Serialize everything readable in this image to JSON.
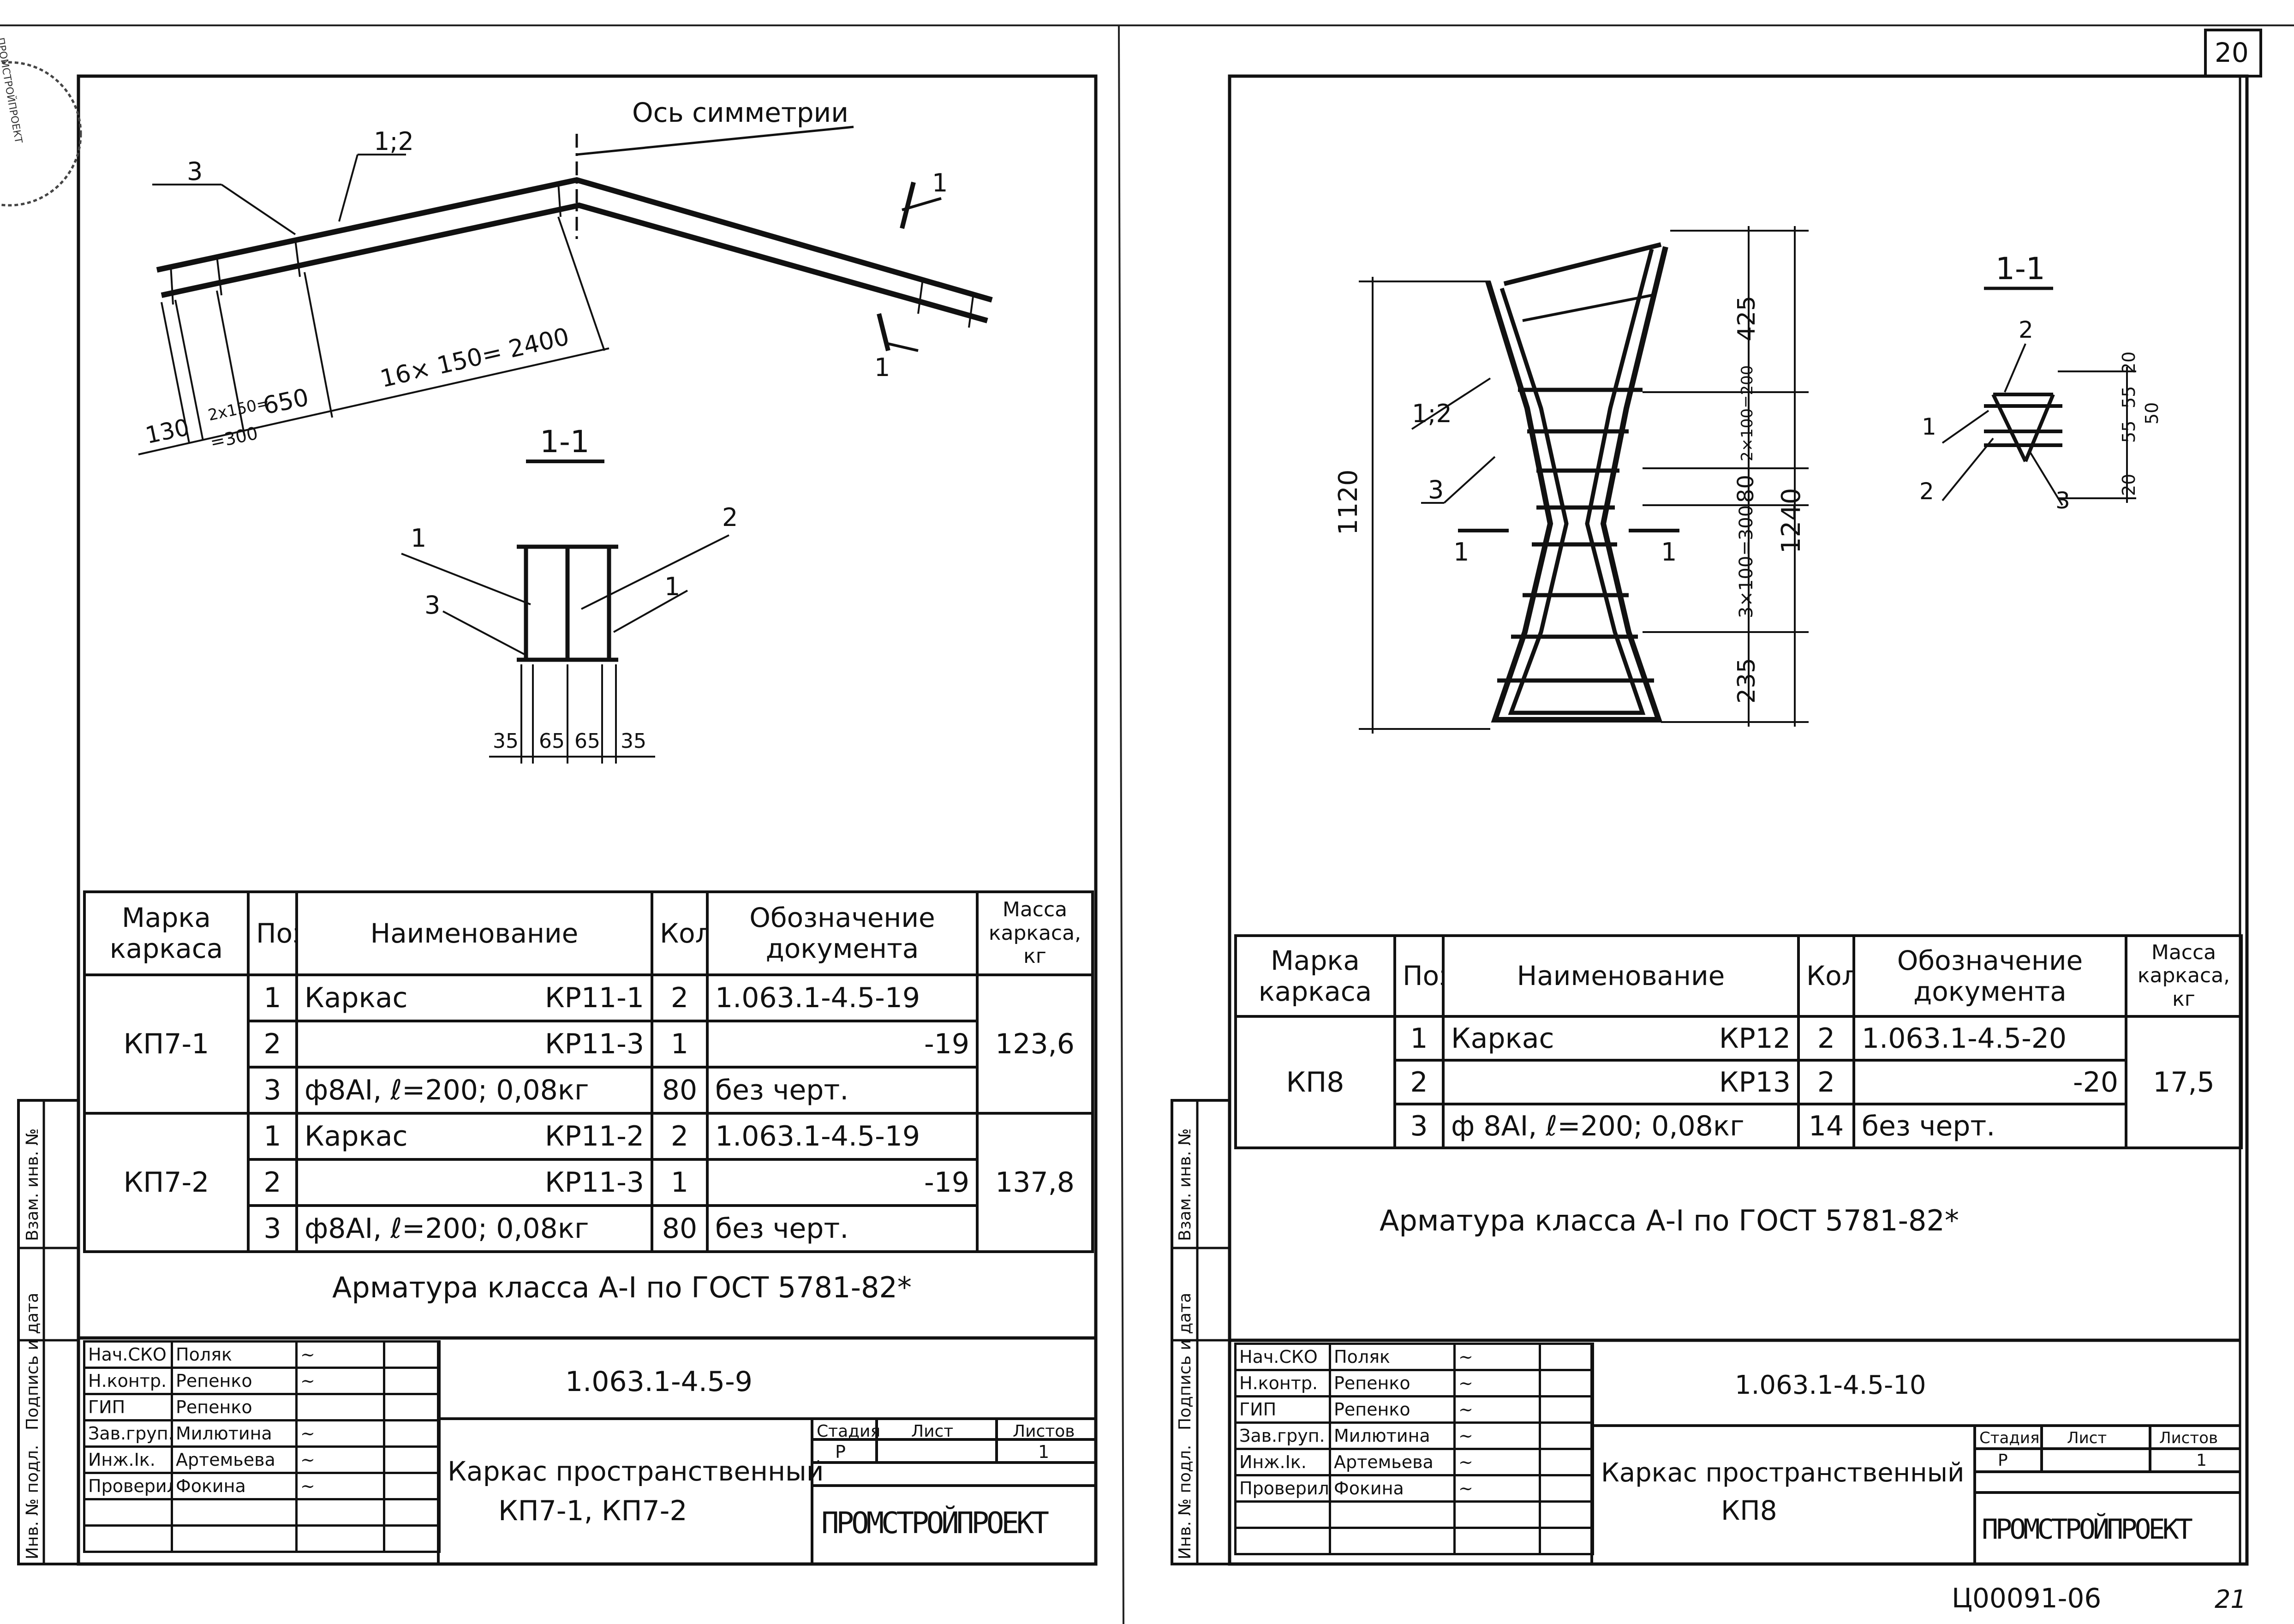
{
  "sheet_top_right": "20",
  "bottom_code": "Ц00091-06",
  "bottom_page": "21",
  "stamp_text": "ПРОМСТРОЙПРОЕКТ",
  "left": {
    "drawing": {
      "label_3": "3",
      "label_slope": "1;2",
      "axis_label": "Ось симметрии",
      "cut_1a": "1",
      "cut_1b": "1",
      "dim_130": "130",
      "dim_2x150": "2x150=",
      "dim_300": "=300",
      "dim_650": "650",
      "dim_main": "16× 150= 2400",
      "section_title": "1-1",
      "sec_1": "1",
      "sec_2": "2",
      "sec_3": "3",
      "sec_1b": "1",
      "dims": [
        "35",
        "65",
        "65",
        "35"
      ]
    },
    "table": {
      "headers": [
        "Марка каркаса",
        "Поз.",
        "Наименование",
        "Кол.",
        "Обозначение документа",
        "Масса каркаса, кг"
      ],
      "groups": [
        {
          "mark": "КП7-1",
          "mass": "123,6",
          "rows": [
            {
              "pos": "1",
              "name": "Каркас",
              "code": "КР11-1",
              "qty": "2",
              "doc": "1.063.1-4.5-19"
            },
            {
              "pos": "2",
              "name": "",
              "code": "КР11-3",
              "qty": "1",
              "doc": "-19"
            },
            {
              "pos": "3",
              "name": "ф8АI, ℓ=200; 0,08кг",
              "code": "",
              "qty": "80",
              "doc": "без черт."
            }
          ]
        },
        {
          "mark": "КП7-2",
          "mass": "137,8",
          "rows": [
            {
              "pos": "1",
              "name": "Каркас",
              "code": "КР11-2",
              "qty": "2",
              "doc": "1.063.1-4.5-19"
            },
            {
              "pos": "2",
              "name": "",
              "code": "КР11-3",
              "qty": "1",
              "doc": "-19"
            },
            {
              "pos": "3",
              "name": "ф8АI, ℓ=200; 0,08кг",
              "code": "",
              "qty": "80",
              "doc": "без черт."
            }
          ]
        }
      ],
      "note": "Арматура класса А-I по ГОСТ 5781-82*"
    },
    "title_block": {
      "code": "1.063.1-4.5-9",
      "title": "Каркас пространственный",
      "subtitle": "КП7-1, КП7-2",
      "stage_hdr": "Стадия",
      "sheet_hdr": "Лист",
      "sheets_hdr": "Листов",
      "stage": "Р",
      "sheets": "1",
      "roles": [
        "Нач.СКО",
        "Н.контр.",
        "ГИП",
        "Зав.груп.",
        "Инж.Iк.",
        "Проверил"
      ],
      "names": [
        "Поляк",
        "Репенко",
        "Репенко",
        "Милютина",
        "Артемьева",
        "Фокина"
      ]
    },
    "side_labels": [
      "Взам. инв. №",
      "Подпись и дата",
      "Инв. № подл."
    ]
  },
  "right": {
    "drawing": {
      "dim_1120": "1120",
      "dim_1240": "1240",
      "dim_425": "425",
      "dim_2x100": "2×100=200",
      "dim_80": "80",
      "dim_3x100": "3×100=300",
      "dim_235": "235",
      "label_slope": "1;2",
      "label_3": "3",
      "cut_a": "1",
      "cut_b": "1",
      "section_title": "1-1",
      "sec_2a": "2",
      "sec_1": "1",
      "sec_2b": "2",
      "sec_3": "3",
      "sdims": [
        "20",
        "55",
        "55",
        "20"
      ],
      "sdim_50": "50"
    },
    "table": {
      "headers": [
        "Марка каркаса",
        "Поз.",
        "Наименование",
        "Кол.",
        "Обозначение документа",
        "Масса каркаса, кг"
      ],
      "groups": [
        {
          "mark": "КП8",
          "mass": "17,5",
          "rows": [
            {
              "pos": "1",
              "name": "Каркас",
              "code": "КР12",
              "qty": "2",
              "doc": "1.063.1-4.5-20"
            },
            {
              "pos": "2",
              "name": "",
              "code": "КР13",
              "qty": "2",
              "doc": "-20"
            },
            {
              "pos": "3",
              "name": "ф 8АI, ℓ=200; 0,08кг",
              "code": "",
              "qty": "14",
              "doc": "без черт."
            }
          ]
        }
      ],
      "note": "Арматура класса А-I по ГОСТ 5781-82*"
    },
    "title_block": {
      "code": "1.063.1-4.5-10",
      "title": "Каркас пространственный",
      "subtitle": "КП8",
      "stage_hdr": "Стадия",
      "sheet_hdr": "Лист",
      "sheets_hdr": "Листов",
      "stage": "Р",
      "sheets": "1",
      "roles": [
        "Нач.СКО",
        "Н.контр.",
        "ГИП",
        "Зав.груп.",
        "Инж.Iк.",
        "Проверил"
      ],
      "names": [
        "Поляк",
        "Репенко",
        "Репенко",
        "Милютина",
        "Артемьева",
        "Фокина"
      ]
    },
    "side_labels": [
      "Взам. инв. №",
      "Подпись и дата",
      "Инв. № подл."
    ]
  }
}
